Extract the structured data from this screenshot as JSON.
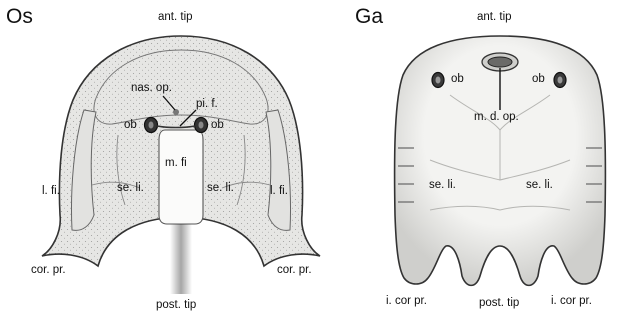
{
  "left_panel": {
    "letter": "Os",
    "labels": {
      "ant_tip": "ant. tip",
      "nas_op": "nas. op.",
      "pi_f": "pi. f.",
      "ob_left": "ob",
      "ob_right": "ob",
      "m_fi": "m. fi",
      "se_li_left": "se. li.",
      "se_li_right": "se. li.",
      "l_fi_left": "l. fi.",
      "l_fi_right": "l. fi.",
      "cor_pr_left": "cor. pr.",
      "cor_pr_right": "cor. pr.",
      "post_tip": "post. tip"
    }
  },
  "right_panel": {
    "letter": "Ga",
    "labels": {
      "ant_tip": "ant. tip",
      "ob_left": "ob",
      "ob_right": "ob",
      "m_d_op": "m. d. op.",
      "se_li_left": "se. li.",
      "se_li_right": "se. li.",
      "i_cor_pr_left": "i. cor pr.",
      "post_tip": "post. tip",
      "i_cor_pr_right": "i. cor pr."
    }
  },
  "colors": {
    "stipple_fill": "#e4e4e2",
    "smooth_fill": "#f1f1ef",
    "outline": "#333333",
    "orbit": "#3a3a3a"
  }
}
